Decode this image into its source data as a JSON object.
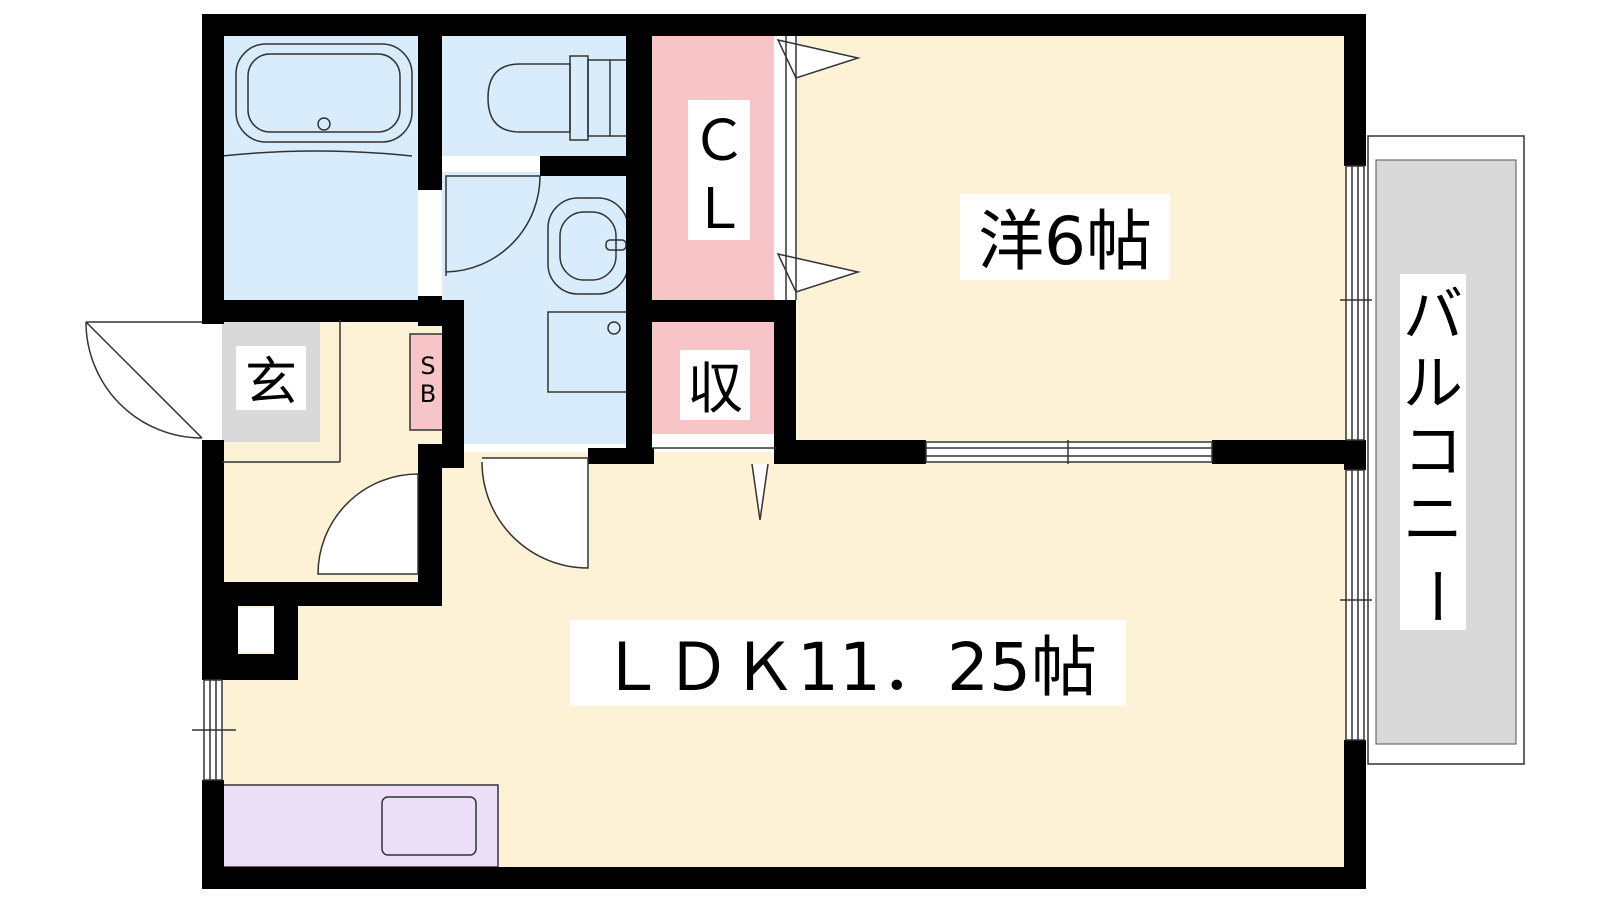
{
  "labels": {
    "western_room": "洋6帖",
    "ldk": "ＬＤＫ11．25帖",
    "balcony": [
      "バ",
      "ル",
      "コ",
      "ニ",
      "ー"
    ],
    "closet": [
      "Ｃ",
      "Ｌ"
    ],
    "storage": "収",
    "entrance": "玄",
    "shoe_box": [
      "S",
      "B"
    ]
  },
  "colors": {
    "wall": "#000000",
    "floor_room": "#fdf1d6",
    "floor_wet": "#d9ecfb",
    "closet": "#f7c5c8",
    "entrance": "#d9d9d9",
    "kitchen": "#ebe0f7",
    "balcony": "#d9d9d9"
  }
}
